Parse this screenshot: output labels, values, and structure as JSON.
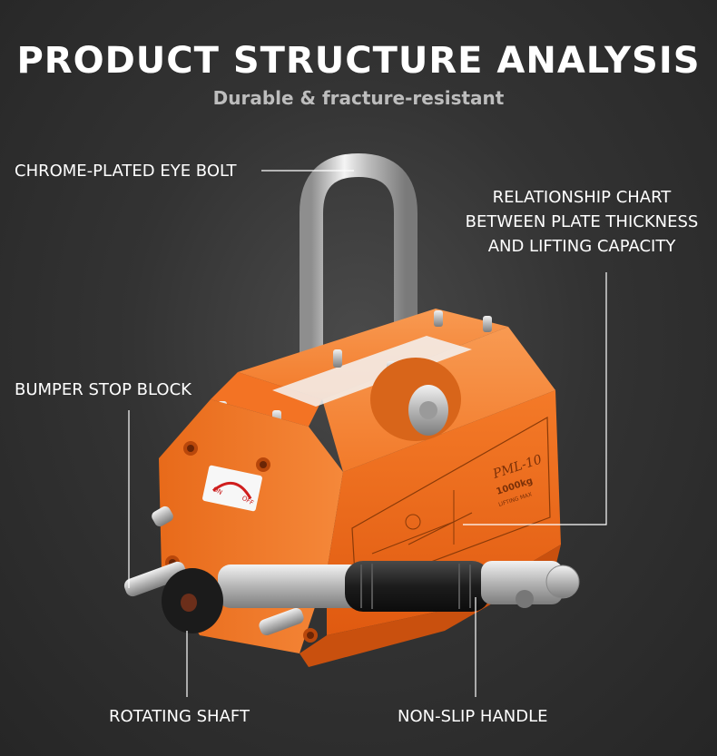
{
  "header": {
    "title": "PRODUCT STRUCTURE ANALYSIS",
    "subtitle": "Durable & fracture-resistant"
  },
  "callouts": {
    "eye_bolt": "CHROME-PLATED EYE BOLT",
    "chart": [
      "RELATIONSHIP CHART",
      "BETWEEN PLATE THICKNESS",
      "AND LIFTING CAPACITY"
    ],
    "bumper": "BUMPER STOP BLOCK",
    "shaft": "ROTATING SHAFT",
    "handle": "NON-SLIP HANDLE"
  },
  "product": {
    "model": "PML-10",
    "capacity": "1000kg",
    "lifting_max": "LIFTING MAX",
    "on": "ON",
    "off": "OFF",
    "body_color": "#f26a1b",
    "chrome_color": "#c9c9c9"
  }
}
